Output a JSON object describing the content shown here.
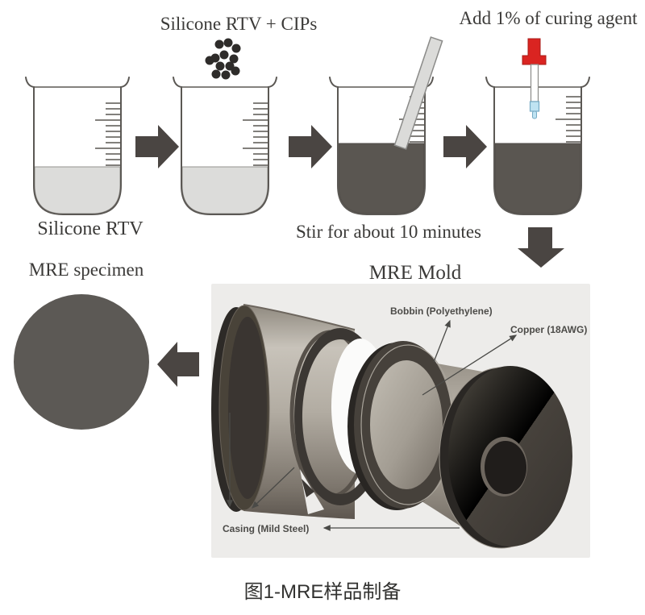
{
  "figure": {
    "caption": "图1-MRE样品制备"
  },
  "process_row": {
    "beaker1_label": "Silicone RTV",
    "beaker2_title": "Silicone RTV + CIPs",
    "beaker3_caption": "Stir for about 10 minutes",
    "beaker4_title": "Add 1% of curing agent"
  },
  "mold_section": {
    "title": "MRE Mold",
    "part_labels": {
      "bobbin": "Bobbin (Polyethylene)",
      "copper": "Copper (18AWG)",
      "casing": "Casing (Mild Steel)"
    }
  },
  "specimen": {
    "label": "MRE specimen"
  },
  "colors": {
    "silicone_liquid": "#dcdcda",
    "mre_mixture": "#5a5651",
    "flow_arrow": "#4a4542",
    "cip_particles": "#2e2c2a",
    "dropper_red": "#da2421",
    "dropper_blue": "#bfe3f2",
    "mold_background": "#edecea",
    "mold_metal": "#b1aba1",
    "mold_flange": "#46413b"
  }
}
